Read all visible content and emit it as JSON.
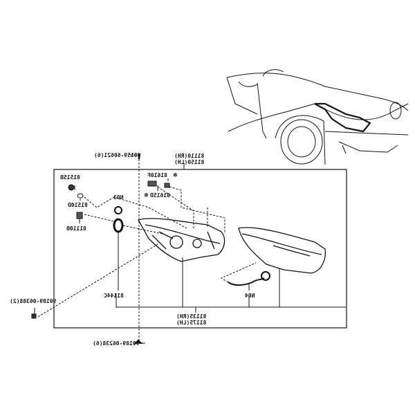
{
  "diagram": {
    "orientation": "mirrored",
    "parts": {
      "screw_top": "90159-60621(6)",
      "headlamp_rh": "81110(RH)",
      "headlamp_lh": "81150(LH)",
      "part_81515b": "81515B",
      "part_81510d": "81510D",
      "part_n03": "N03",
      "part_81110b": "81110B",
      "part_81610f": "81610F",
      "part_81615d": "81615D",
      "mark_81610f": "※",
      "mark_81615d": "※",
      "part_81144c": "81144C",
      "part_n04": "N04",
      "housing_rh": "81135(RH)",
      "housing_lh": "81175(LH)",
      "screw_left": "90109-06388(2)",
      "screw_bottom": "90189-06238(6)"
    }
  }
}
